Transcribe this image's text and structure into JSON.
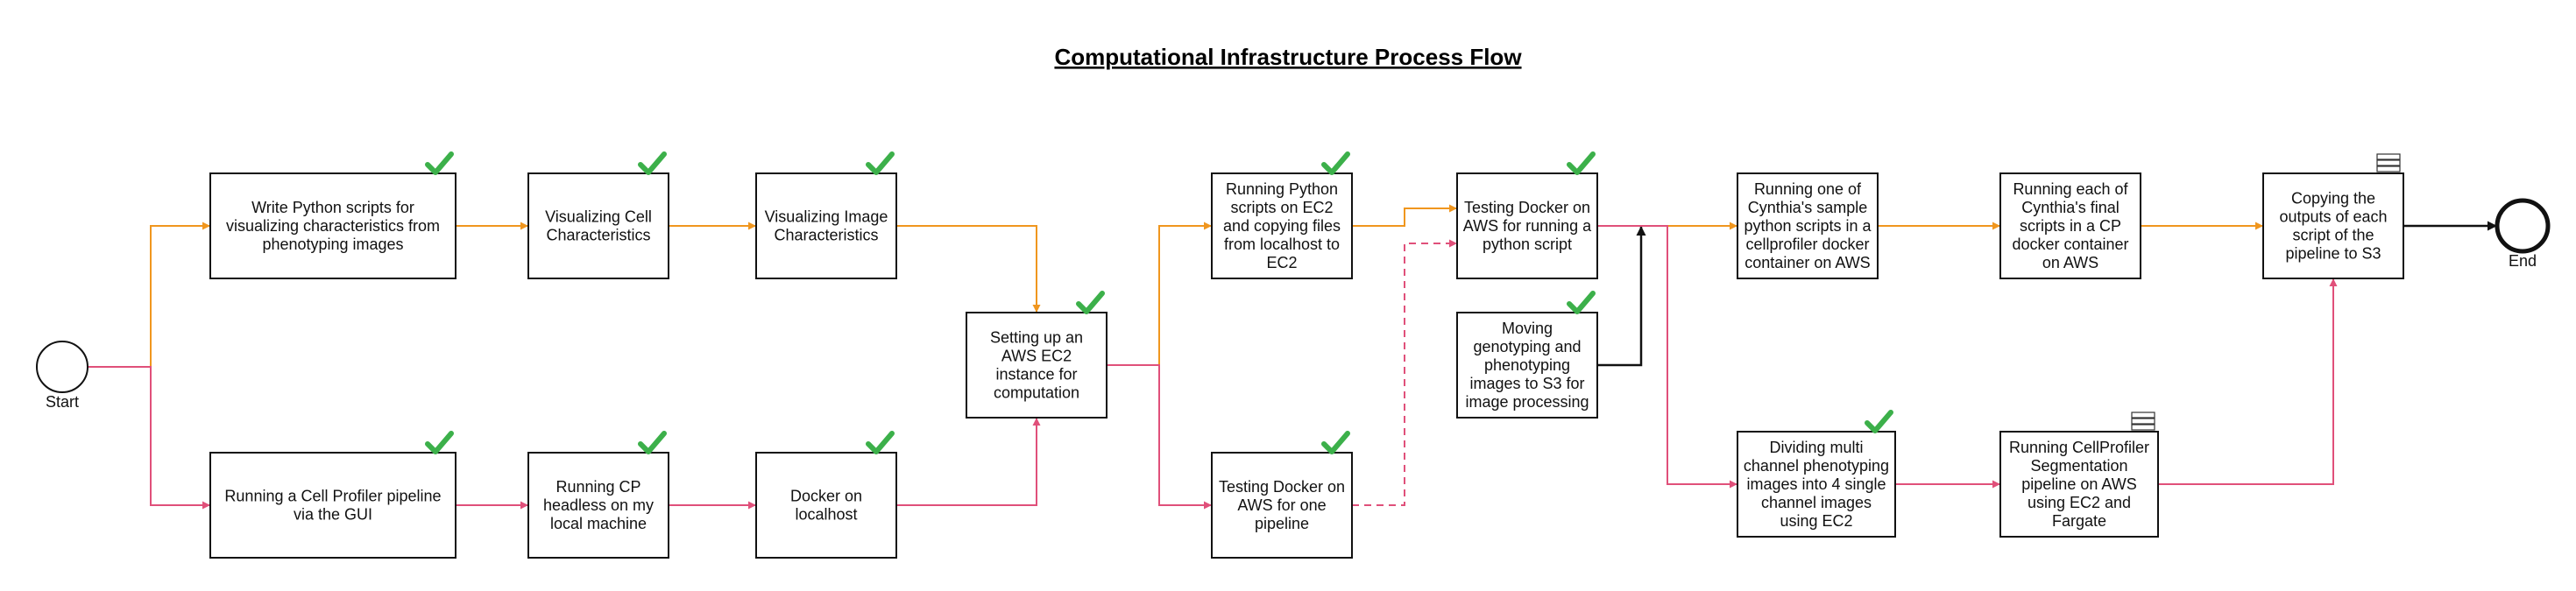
{
  "title": "Computational Infrastructure Process Flow",
  "colors": {
    "orange": "#f0961e",
    "pink": "#e0507a",
    "black": "#111111",
    "check": "#3cb04a"
  },
  "terminals": {
    "start": "Start",
    "end": "End"
  },
  "boxes": [
    {
      "id": "write-python",
      "lines": [
        "Write Python scripts for",
        "visualizing characteristics from",
        "phenotyping images"
      ],
      "icon": "check"
    },
    {
      "id": "vis-cell",
      "lines": [
        "Visualizing Cell",
        "Characteristics"
      ],
      "icon": "check"
    },
    {
      "id": "vis-image",
      "lines": [
        "Visualizing Image",
        "Characteristics"
      ],
      "icon": "check"
    },
    {
      "id": "cp-gui",
      "lines": [
        "Running a Cell Profiler pipeline",
        "via the GUI"
      ],
      "icon": "check"
    },
    {
      "id": "cp-headless",
      "lines": [
        "Running CP",
        "headless on my",
        "local machine"
      ],
      "icon": "check"
    },
    {
      "id": "docker-local",
      "lines": [
        "Docker on",
        "localhost"
      ],
      "icon": "check"
    },
    {
      "id": "aws-ec2",
      "lines": [
        "Setting up an",
        "AWS EC2",
        "instance for",
        "computation"
      ],
      "icon": "check"
    },
    {
      "id": "python-ec2",
      "lines": [
        "Running Python",
        "scripts on EC2",
        "and copying files",
        "from localhost to",
        "EC2"
      ],
      "icon": "check"
    },
    {
      "id": "docker-aws-one",
      "lines": [
        "Testing Docker on",
        "AWS for one",
        "pipeline"
      ],
      "icon": "check"
    },
    {
      "id": "docker-aws-python",
      "lines": [
        "Testing Docker on",
        "AWS for running a",
        "python script"
      ],
      "icon": "check"
    },
    {
      "id": "move-s3",
      "lines": [
        "Moving",
        "genotyping and",
        "phenotyping",
        "images to S3 for",
        "image processing"
      ],
      "icon": "check"
    },
    {
      "id": "cynthia-sample",
      "lines": [
        "Running one of",
        "Cynthia's sample",
        "python scripts in a",
        "cellprofiler docker",
        "container on AWS"
      ],
      "icon": "none"
    },
    {
      "id": "cynthia-final",
      "lines": [
        "Running each of",
        "Cynthia's final",
        "scripts in a CP",
        "docker container",
        "on AWS"
      ],
      "icon": "none"
    },
    {
      "id": "divide-channels",
      "lines": [
        "Dividing multi",
        "channel phenotyping",
        "images into 4 single",
        "channel images",
        "using EC2"
      ],
      "icon": "check"
    },
    {
      "id": "cp-segmentation",
      "lines": [
        "Running CellProfiler",
        "Segmentation",
        "pipeline on AWS",
        "using EC2 and",
        "Fargate"
      ],
      "icon": "server"
    },
    {
      "id": "copy-s3",
      "lines": [
        "Copying the",
        "outputs of each",
        "script of the",
        "pipeline to S3"
      ],
      "icon": "server"
    }
  ],
  "edges": [
    {
      "from": "start",
      "to": "write-python",
      "color": "orange",
      "style": "solid"
    },
    {
      "from": "start",
      "to": "cp-gui",
      "color": "pink",
      "style": "solid"
    },
    {
      "from": "write-python",
      "to": "vis-cell",
      "color": "orange",
      "style": "solid"
    },
    {
      "from": "vis-cell",
      "to": "vis-image",
      "color": "orange",
      "style": "solid"
    },
    {
      "from": "vis-image",
      "to": "aws-ec2",
      "color": "orange",
      "style": "solid"
    },
    {
      "from": "cp-gui",
      "to": "cp-headless",
      "color": "pink",
      "style": "solid"
    },
    {
      "from": "cp-headless",
      "to": "docker-local",
      "color": "pink",
      "style": "solid"
    },
    {
      "from": "docker-local",
      "to": "aws-ec2",
      "color": "pink",
      "style": "solid"
    },
    {
      "from": "aws-ec2",
      "to": "python-ec2",
      "color": "orange",
      "style": "solid"
    },
    {
      "from": "aws-ec2",
      "to": "docker-aws-one",
      "color": "pink",
      "style": "solid"
    },
    {
      "from": "python-ec2",
      "to": "docker-aws-python",
      "color": "orange",
      "style": "solid"
    },
    {
      "from": "docker-aws-one",
      "to": "docker-aws-python",
      "color": "pink",
      "style": "dashed"
    },
    {
      "from": "move-s3",
      "to": "docker-aws-python",
      "color": "black",
      "style": "solid"
    },
    {
      "from": "docker-aws-python",
      "to": "cynthia-sample",
      "color": "orange",
      "style": "solid"
    },
    {
      "from": "docker-aws-python",
      "to": "divide-channels",
      "color": "pink",
      "style": "solid"
    },
    {
      "from": "cynthia-sample",
      "to": "cynthia-final",
      "color": "orange",
      "style": "solid"
    },
    {
      "from": "cynthia-final",
      "to": "copy-s3",
      "color": "orange",
      "style": "solid"
    },
    {
      "from": "divide-channels",
      "to": "cp-segmentation",
      "color": "pink",
      "style": "solid"
    },
    {
      "from": "cp-segmentation",
      "to": "copy-s3",
      "color": "pink",
      "style": "solid"
    },
    {
      "from": "copy-s3",
      "to": "end",
      "color": "black",
      "style": "solid"
    }
  ]
}
